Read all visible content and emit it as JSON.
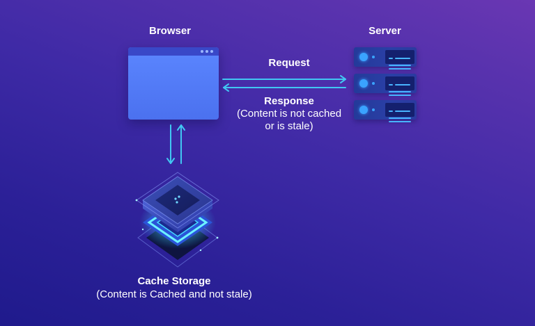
{
  "browser": {
    "title": "Browser"
  },
  "server": {
    "title": "Server",
    "units": 3
  },
  "request": {
    "label": "Request"
  },
  "response": {
    "title": "Response",
    "lines": [
      "(Content is not cached",
      "or is stale)"
    ]
  },
  "cache": {
    "title": "Cache Storage",
    "subtitle": "(Content is Cached and not stale)"
  },
  "colors": {
    "arrow": "#41c7f2",
    "background_start": "#1f1a8c",
    "background_end": "#6a37b3",
    "browser_body": "#5b86ff",
    "server_led": "#3aa3ff"
  },
  "icons": {
    "browser": "browser-window-icon",
    "server": "server-rack-icon",
    "cache": "cache-storage-chip-icon"
  }
}
